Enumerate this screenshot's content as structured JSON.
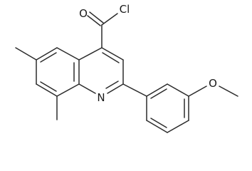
{
  "molecule": {
    "atom_labels": {
      "oxygen_carbonyl": "O",
      "chlorine": "Cl",
      "nitrogen_ring": "N",
      "oxygen_methoxy": "O"
    },
    "line_color": "#2b2b2b",
    "text_color": "#1a1a1a",
    "background": "#ffffff"
  }
}
